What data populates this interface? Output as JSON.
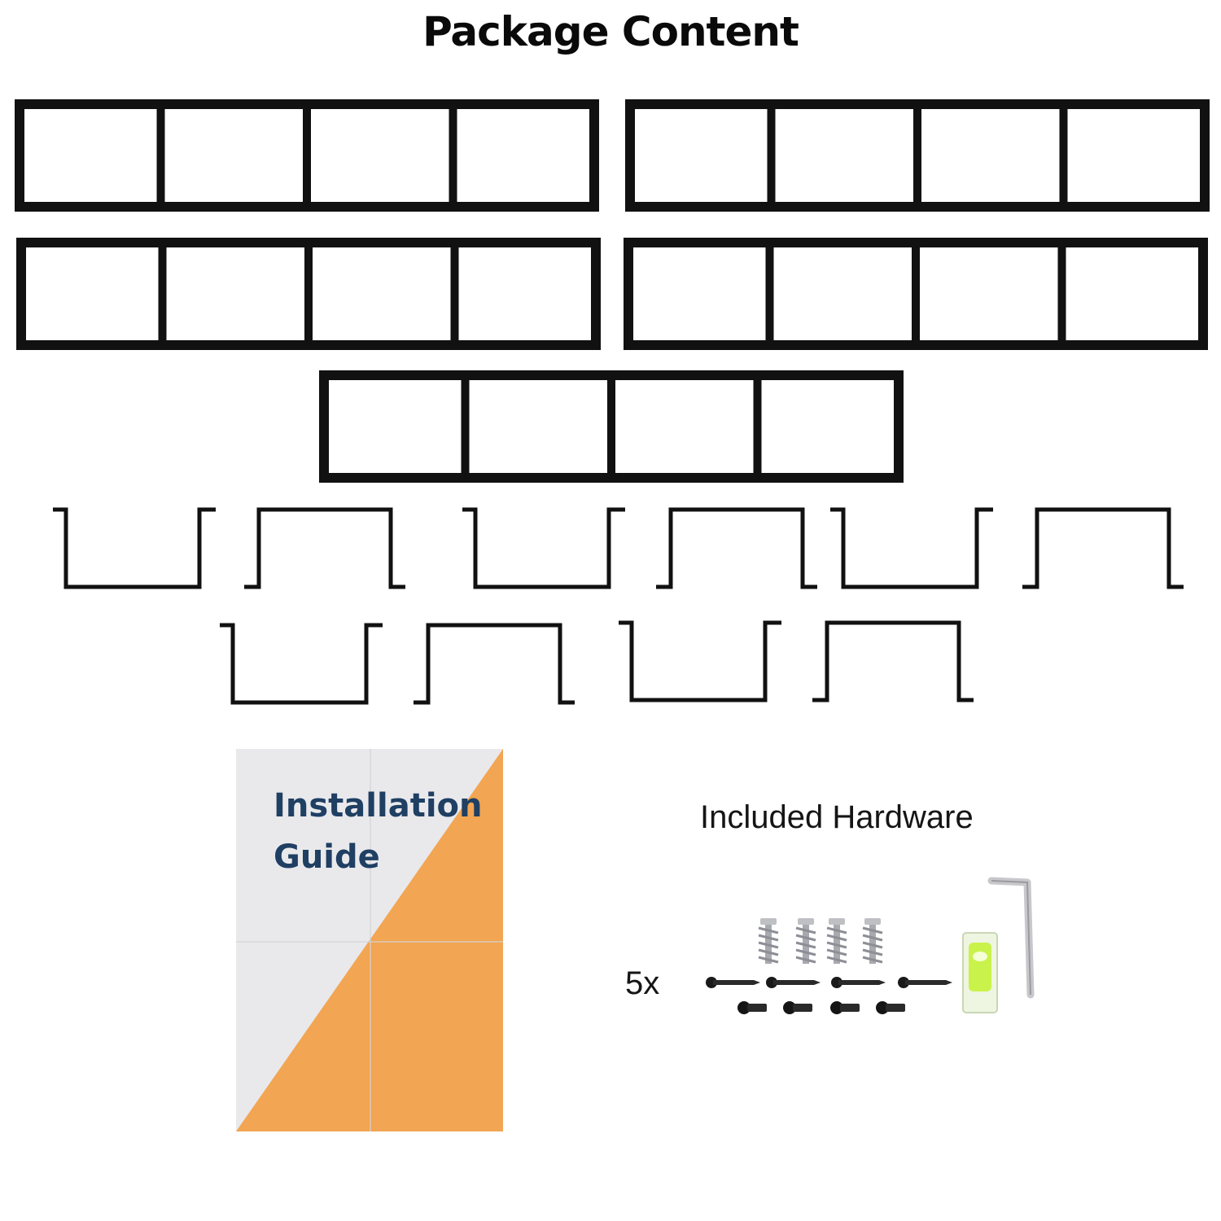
{
  "title": "Package Content",
  "shelves": {
    "count": 5,
    "compartments_per_shelf": 4
  },
  "brackets": {
    "count": 10
  },
  "guide": {
    "line1": "Installation",
    "line2": "Guide"
  },
  "hardware": {
    "title": "Included Hardware",
    "quantity": "5x",
    "items": [
      "wall-anchor-icon",
      "long-screw-icon",
      "short-screw-icon",
      "bubble-level-icon",
      "allen-key-icon"
    ]
  },
  "colors": {
    "metal": "#111111",
    "guide_orange": "#f2a552",
    "guide_paper": "#e9e9ec",
    "guide_text": "#1f3f63",
    "level_green": "#c9f24a"
  }
}
